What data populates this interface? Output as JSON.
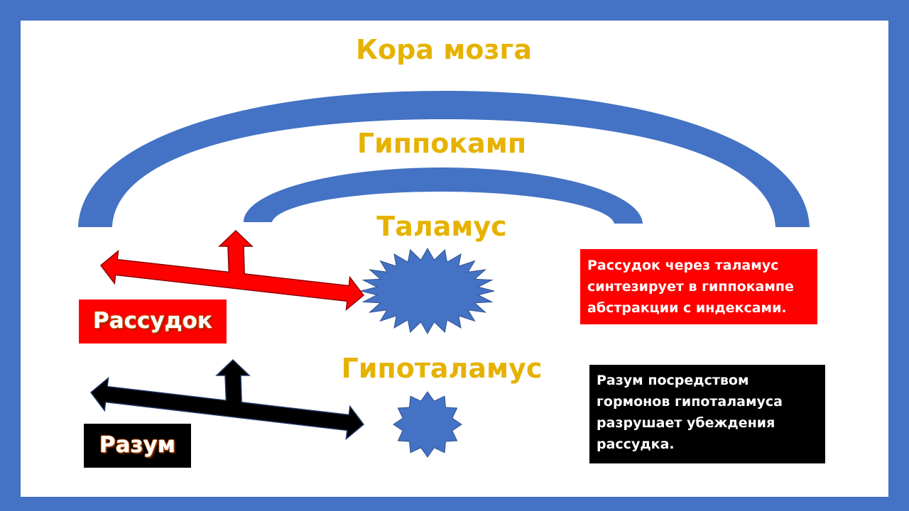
{
  "colors": {
    "frame": "#4472c4",
    "arc": "#4472c4",
    "star": "#4472c4",
    "title_text": "#e6b200",
    "reason": "#ff0000",
    "mind": "#000000"
  },
  "titles": {
    "cortex": "Кора мозга",
    "hippocampus": "Гиппокамп",
    "thalamus": "Таламус",
    "hypothalamus": "Гипоталамус"
  },
  "labels": {
    "reason": "Рассудок",
    "mind": "Разум"
  },
  "notes": {
    "reason_lines": [
      "Рассудок через таламус",
      "синтезирует в гиппокампе",
      "абстракции с индексами."
    ],
    "mind_lines": [
      "Разум посредством",
      "гормонов гипоталамуса",
      "разрушает убеждения",
      "рассудка."
    ]
  },
  "icons": {
    "cortex_arc": "arc",
    "hippocampus_arc": "arc",
    "thalamus_shape": "24-point-star",
    "hypothalamus_shape": "12-point-star",
    "reason_arrow": "three-way-arrow",
    "mind_arrow": "three-way-arrow"
  }
}
